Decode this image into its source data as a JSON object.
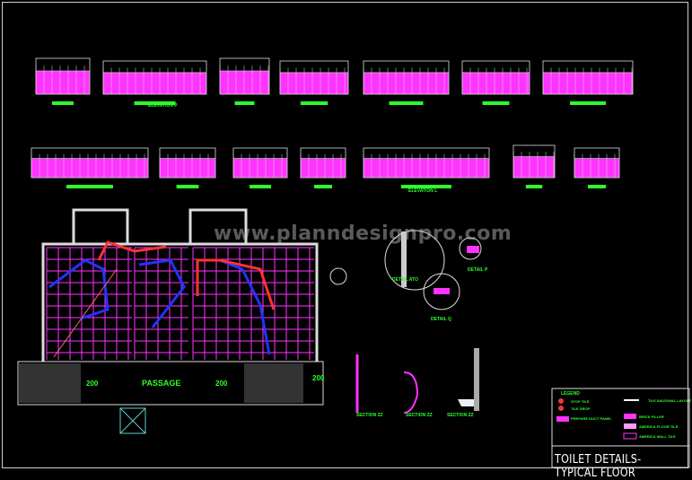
{
  "drawing": {
    "title": "TOILET DETAILS-TYPICAL FLOOR",
    "watermark": "www.planndesignpro.com",
    "colors": {
      "background": "#000000",
      "tile": "#ff33ff",
      "annotation": "#2bff2b",
      "cold_pipe": "#2233ff",
      "hot_pipe": "#ff3333",
      "line": "#e0e0e0"
    }
  },
  "elevations": {
    "labels": {
      "elevation_p": "ELEVATION P",
      "elevation_l": "ELEVATION L"
    }
  },
  "plan": {
    "passage_label": "PASSAGE",
    "dim_tags": [
      "200",
      "200",
      "200"
    ]
  },
  "details": {
    "detail_a": "DETAIL ATO",
    "detail_p": "DETAIL P",
    "detail_q": "DETAIL Q",
    "sections": [
      "SECTION ZZ",
      "SECTION ZZ",
      "SECTION ZZ"
    ]
  },
  "legend": {
    "heading": "LEGEND",
    "items": [
      {
        "label": "STOP TILE"
      },
      {
        "label": "TILE DROP"
      },
      {
        "label": "PREPARE DUCT PANEL"
      },
      {
        "label": "TILE DIAGONAL LAYOUT"
      },
      {
        "label": "BRICK FILLER"
      },
      {
        "label": "AMERICA FLOOR TILE"
      },
      {
        "label": "AMERICA WALL TILE"
      }
    ]
  }
}
